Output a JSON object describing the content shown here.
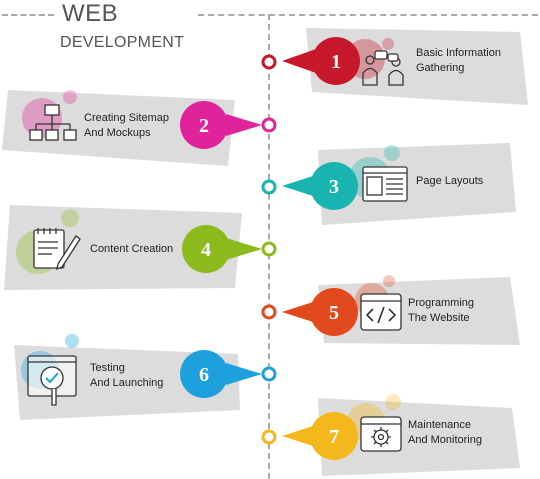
{
  "title": {
    "line1": "WEB",
    "line2": "DEVELOPMENT"
  },
  "colors": {
    "panel": "#dcdcdc",
    "line": "#aaaaaa",
    "text": "#222222",
    "step1": "#c8182c",
    "step2": "#e0239b",
    "step3": "#1ab4b0",
    "step4": "#8cba1c",
    "step5": "#e24a1e",
    "step6": "#1da0dc",
    "step7": "#f5b81c"
  },
  "steps": [
    {
      "number": "1",
      "label_line1": "Basic Information",
      "label_line2": "Gathering",
      "icon": "meeting-icon"
    },
    {
      "number": "2",
      "label_line1": "Creating Sitemap",
      "label_line2": "And Mockups",
      "icon": "sitemap-icon"
    },
    {
      "number": "3",
      "label_line1": "Page Layouts",
      "label_line2": "",
      "icon": "layout-icon"
    },
    {
      "number": "4",
      "label_line1": "Content Creation",
      "label_line2": "",
      "icon": "notepad-pencil-icon"
    },
    {
      "number": "5",
      "label_line1": "Programming",
      "label_line2": "The Website",
      "icon": "code-window-icon"
    },
    {
      "number": "6",
      "label_line1": "Testing",
      "label_line2": "And Launching",
      "icon": "magnifier-check-icon"
    },
    {
      "number": "7",
      "label_line1": "Maintenance",
      "label_line2": "And Monitoring",
      "icon": "gear-window-icon"
    }
  ]
}
